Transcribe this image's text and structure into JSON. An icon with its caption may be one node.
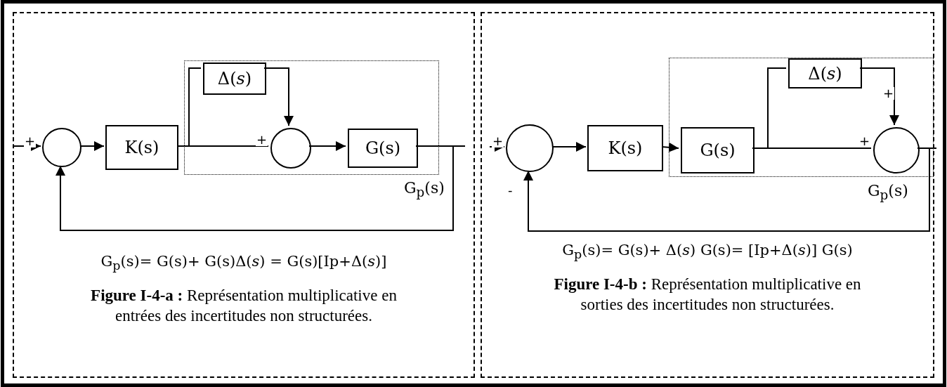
{
  "diagram": {
    "nodes": [
      {
        "text": [
          "G$_{p}$(s)= G(s)+ G(s)Δ(*s*) = G(s)[Ip+Δ(*s*)]",
          "**Figure I-4-a :** Représentation multiplicative en entrées des incertitudes non structurées."
        ]
      },
      {
        "text": [],
        "shape": "circle",
        "in": 0
      },
      {
        "text": [
          "K(s)"
        ],
        "in": 0
      },
      {
        "text": [],
        "shape": "box",
        "in": 0,
        "beside": [
          "G$_{p}$(s)"
        ]
      },
      {
        "text": [
          "Δ(*s*)"
        ],
        "in": 3
      },
      {
        "text": [],
        "shape": "circle",
        "in": 3
      },
      {
        "text": [
          "G(s)"
        ],
        "in": 3
      },
      {
        "text": [
          "G$_{p}$(s)= G(s)+ Δ(*s*) G(s)= [Ip+Δ(*s*)] G(s)",
          "**Figure I-4-b :** Représentation multiplicative en sorties des incertitudes non structurées."
        ]
      },
      {
        "text": [],
        "shape": "circle",
        "in": 7
      },
      {
        "text": [
          "K(s)"
        ],
        "in": 7
      },
      {
        "text": [],
        "shape": "box",
        "in": 7,
        "beside": [
          "G$_{p}$(s)"
        ]
      },
      {
        "text": [
          "G(s)"
        ],
        "in": 10
      },
      {
        "text": [
          "Δ(*s*)"
        ],
        "in": 10
      },
      {
        "text": [],
        "shape": "circle",
        "in": 10
      }
    ],
    "edges": [
      {
        "from": null,
        "to": 1,
        "arrow": "to",
        "label": "+"
      },
      {
        "from": 1,
        "to": 2,
        "arrow": "to"
      },
      {
        "from": 2,
        "to": 5,
        "arrow": "none",
        "label": "+"
      },
      {
        "from": 2,
        "to": 4,
        "arrow": "none"
      },
      {
        "from": 4,
        "to": 5,
        "arrow": "to"
      },
      {
        "from": 5,
        "to": 6,
        "arrow": "to"
      },
      {
        "from": 6,
        "to": null,
        "arrow": "none"
      },
      {
        "from": 6,
        "to": 1,
        "arrow": "to"
      },
      {
        "from": null,
        "to": 8,
        "arrow": "to",
        "label": "+"
      },
      {
        "from": 8,
        "to": 9,
        "arrow": "to"
      },
      {
        "from": 9,
        "to": 11,
        "arrow": "to"
      },
      {
        "from": 11,
        "to": 13,
        "arrow": "none",
        "label": "+"
      },
      {
        "from": 11,
        "to": 12,
        "arrow": "none"
      },
      {
        "from": 12,
        "to": 13,
        "arrow": "to",
        "label": "+"
      },
      {
        "from": 13,
        "to": null,
        "arrow": "none"
      },
      {
        "from": 13,
        "to": 8,
        "arrow": "to",
        "label": "-"
      }
    ]
  }
}
